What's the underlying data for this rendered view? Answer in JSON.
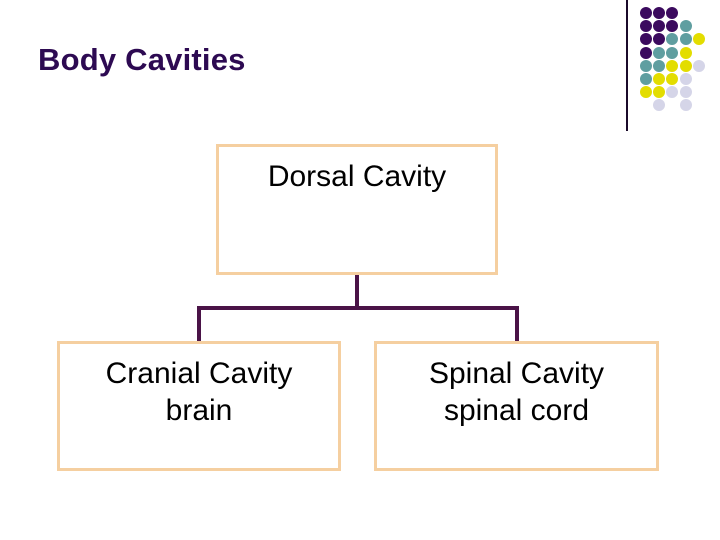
{
  "slide": {
    "title": "Body Cavities",
    "background_color": "#ffffff",
    "title_color": "#2d0a52"
  },
  "decoration": {
    "rule_color": "#1b0a2a",
    "palette": {
      "purple": "#3b0a5e",
      "teal": "#5f9ea0",
      "yellow": "#e3dd00",
      "lavender": "#d5d5e8"
    },
    "dot_grid": [
      [
        "purple",
        "purple",
        "purple",
        null,
        null
      ],
      [
        "purple",
        "purple",
        "purple",
        "teal",
        null
      ],
      [
        "purple",
        "purple",
        "teal",
        "teal",
        "yellow"
      ],
      [
        "purple",
        "teal",
        "teal",
        "yellow",
        null
      ],
      [
        "teal",
        "teal",
        "yellow",
        "yellow",
        "lavender"
      ],
      [
        "teal",
        "yellow",
        "yellow",
        "lavender",
        null
      ],
      [
        "yellow",
        "yellow",
        "lavender",
        "lavender",
        null
      ],
      [
        null,
        "lavender",
        null,
        "lavender",
        null
      ]
    ]
  },
  "diagram": {
    "type": "hierarchy",
    "box_border_color": "#f5cfa0",
    "connector_color": "#4a1347",
    "nodes": {
      "dorsal": {
        "title": "Dorsal Cavity",
        "subtitle": ""
      },
      "cranial": {
        "title": "Cranial Cavity",
        "subtitle": "brain"
      },
      "spinal": {
        "title": "Spinal Cavity",
        "subtitle": "spinal cord"
      }
    }
  }
}
